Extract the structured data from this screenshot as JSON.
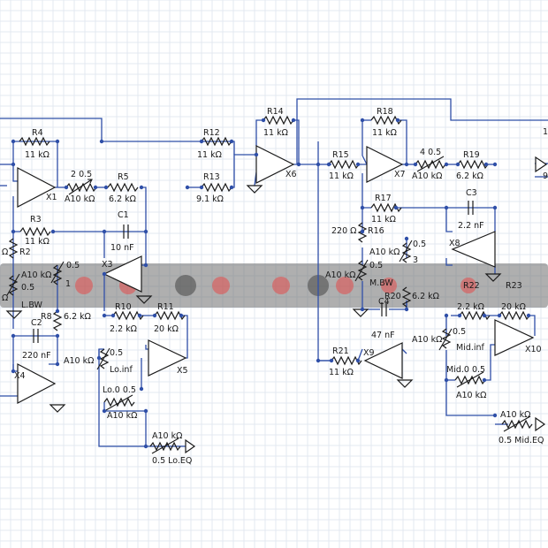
{
  "colors": {
    "wire": "#2f4fa8",
    "grid": "#e3e8f1",
    "part": "#1a1a1a",
    "background": "#ffffff"
  },
  "labels": {
    "R4": "R4",
    "R4v": "11 kΩ",
    "R2v": "Ω",
    "R2": "R2",
    "P1v": "2  0.5",
    "P1": "A10 kΩ",
    "X1": "X1",
    "R5": "R5",
    "R5v": "6.2 kΩ",
    "R3": "R3",
    "R3v": "11 kΩ",
    "C1": "C1",
    "C1v": "10 nF",
    "Pbw": "A10 kΩ",
    "Pbw05": "0.5",
    "Pbw05b": "0.5",
    "Pbw1": "1",
    "LBW": "L.BW",
    "leftcut": "Ω",
    "X3": "X3",
    "C2": "C2",
    "C2v": "220 nF",
    "R8": "R8",
    "R8v": "6.2 kΩ",
    "R10": "R10",
    "R10v": "2.2 kΩ",
    "R11": "R11",
    "R11v": "20 kΩ",
    "Plinf": "A10 kΩ",
    "Plinf05": "0.5",
    "Loinf": "Lo.inf",
    "X4": "X4",
    "X5": "X5",
    "Lo0": "Lo.0  0.5",
    "Plo0": "A10 kΩ",
    "LoEQv": "A10 kΩ",
    "LoEQ": "0.5  Lo.EQ",
    "R12": "R12",
    "R12v": "11 kΩ",
    "R13": "R13",
    "R13v": "9.1 kΩ",
    "R14": "R14",
    "R14v": "11 kΩ",
    "X6": "X6",
    "R15": "R15",
    "R15v": "11 kΩ",
    "R18": "R18",
    "R18v": "11 kΩ",
    "X7": "X7",
    "Pmid": "4  0.5",
    "Pmidv": "A10 kΩ",
    "R19": "R19",
    "R19v": "6.2 kΩ",
    "C3": "C3",
    "C3v": "2.2 nF",
    "R17": "R17",
    "R17v": "11 kΩ",
    "R16v": "220 Ω",
    "R16": "R16",
    "Pmbw": "A10 kΩ",
    "Pmbw05": "0.5",
    "Pmbw05b": "0.5",
    "Pmbw3": "3",
    "MBW": "M.BW",
    "Pm2": "A10 kΩ",
    "X8": "X8",
    "C4": "C4",
    "C4v": "47 nF",
    "R20": "R20",
    "R20v": "6.2 kΩ",
    "R22": "R22",
    "R22v": "2.2 kΩ",
    "R23": "R23",
    "R23v": "20 kΩ",
    "Pminf": "A10 kΩ",
    "Pminf05": "0.5",
    "Midinf": "Mid.inf",
    "X10": "X10",
    "R21": "R21",
    "R21v": "11 kΩ",
    "X9": "X9",
    "Mid0": "Mid.0  0.5",
    "Pmid0": "A10 kΩ",
    "MidEQv": "A10 kΩ",
    "MidEQ": "0.5  Mid.EQ",
    "edge9": "9",
    "edge1": "1"
  }
}
